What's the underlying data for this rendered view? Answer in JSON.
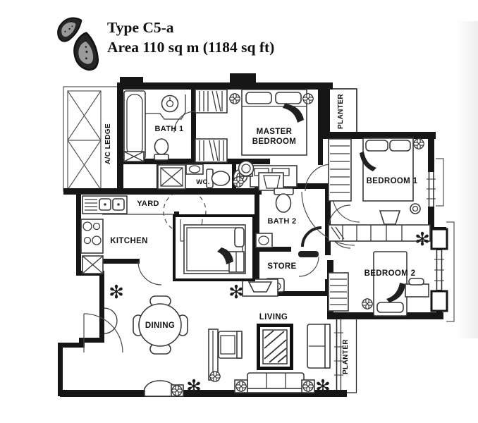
{
  "title": {
    "type_label": "Type C5-a",
    "area_label": "Area 110 sq m (1184 sq ft)"
  },
  "rooms": {
    "ac_ledge": "A/C LEDGE",
    "bath1": "BATH 1",
    "master_line1": "MASTER",
    "master_line2": "BEDROOM",
    "planter_top": "PLANTER",
    "bedroom1": "BEDROOM 1",
    "wc": "WC.",
    "yard": "YARD",
    "kitchen": "KITCHEN",
    "bath2": "BATH 2",
    "store": "STORE",
    "bedroom2": "BEDROOM 2",
    "dining": "DINING",
    "living": "LIVING",
    "planter_bottom": "PLANTER"
  },
  "icons": {
    "plant_glyph": "✻"
  },
  "colors": {
    "ink": "#161616",
    "furniture_line": "#3a3a3a",
    "paper": "#ffffff"
  }
}
